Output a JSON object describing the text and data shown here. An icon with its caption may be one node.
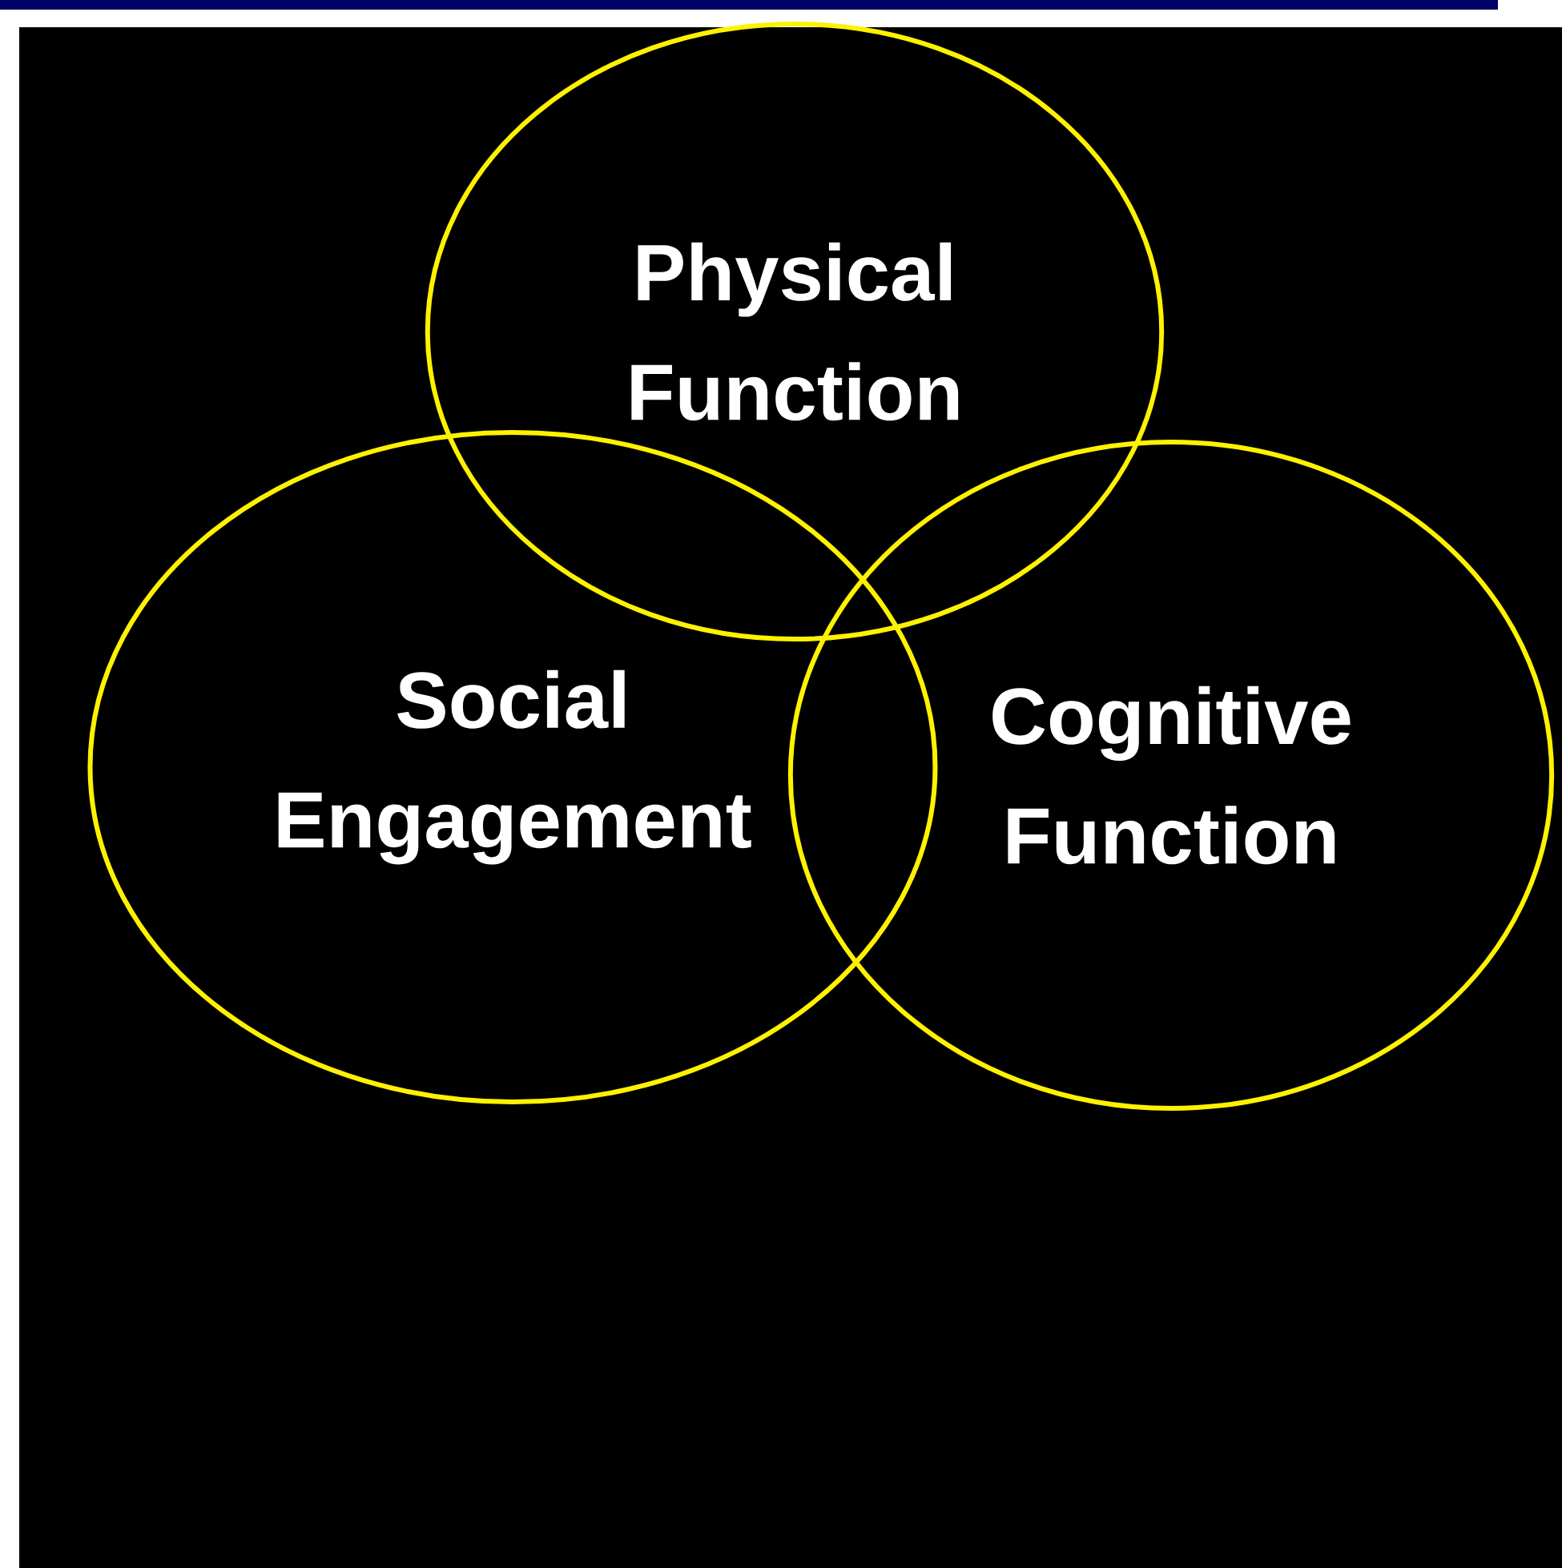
{
  "diagram": {
    "nodes": [
      {
        "text": [
          "Physical Function"
        ]
      },
      {
        "text": [
          "Social Engagement"
        ]
      },
      {
        "text": [
          "Cognitive Function"
        ]
      }
    ]
  }
}
